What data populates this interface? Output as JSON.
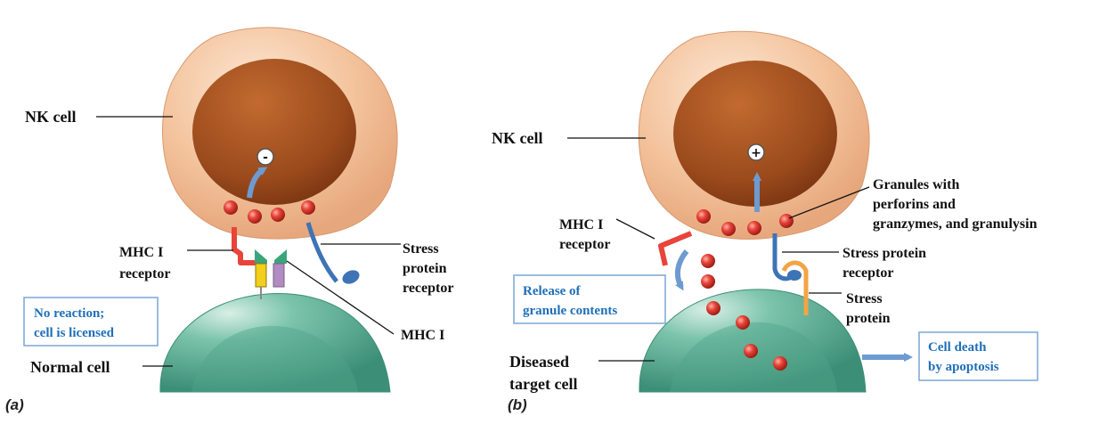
{
  "panel_a": {
    "letter": "(a)",
    "nk_cell": "NK cell",
    "mhc_receptor": [
      "MHC I",
      "receptor"
    ],
    "stress_receptor": [
      "Stress",
      "protein",
      "receptor"
    ],
    "mhc_i": "MHC I",
    "normal_cell": "Normal cell",
    "signal_sign": "-",
    "result_box": [
      "No reaction;",
      "cell is licensed"
    ]
  },
  "panel_b": {
    "letter": "(b)",
    "nk_cell": "NK cell",
    "granules": [
      "Granules with",
      "perforins and",
      "granzymes, and granulysin"
    ],
    "mhc_receptor": [
      "MHC I",
      "receptor"
    ],
    "stress_receptor": [
      "Stress protein",
      "receptor"
    ],
    "stress_protein": [
      "Stress",
      "protein"
    ],
    "release_box": [
      "Release of",
      "granule contents"
    ],
    "diseased_cell": [
      "Diseased",
      "target cell"
    ],
    "signal_sign": "+",
    "death_box": [
      "Cell death",
      "by apoptosis"
    ]
  },
  "colors": {
    "nk_cell_outer": "#f2c29a",
    "nucleus": "#9a4a1c",
    "target_cell": "#5fb39a",
    "granule": "#d93a2e",
    "arrow_blue": "#6d9bd1",
    "receptor_red": "#e8443a",
    "stress_receptor_blue": "#3e74b5",
    "stress_protein_orange": "#f3a444",
    "mhc_green": "#3aa57a",
    "mhc_yellow": "#f2cf1a",
    "mhc_purple": "#b28bc0",
    "label_blue": "#1f6fb8"
  }
}
